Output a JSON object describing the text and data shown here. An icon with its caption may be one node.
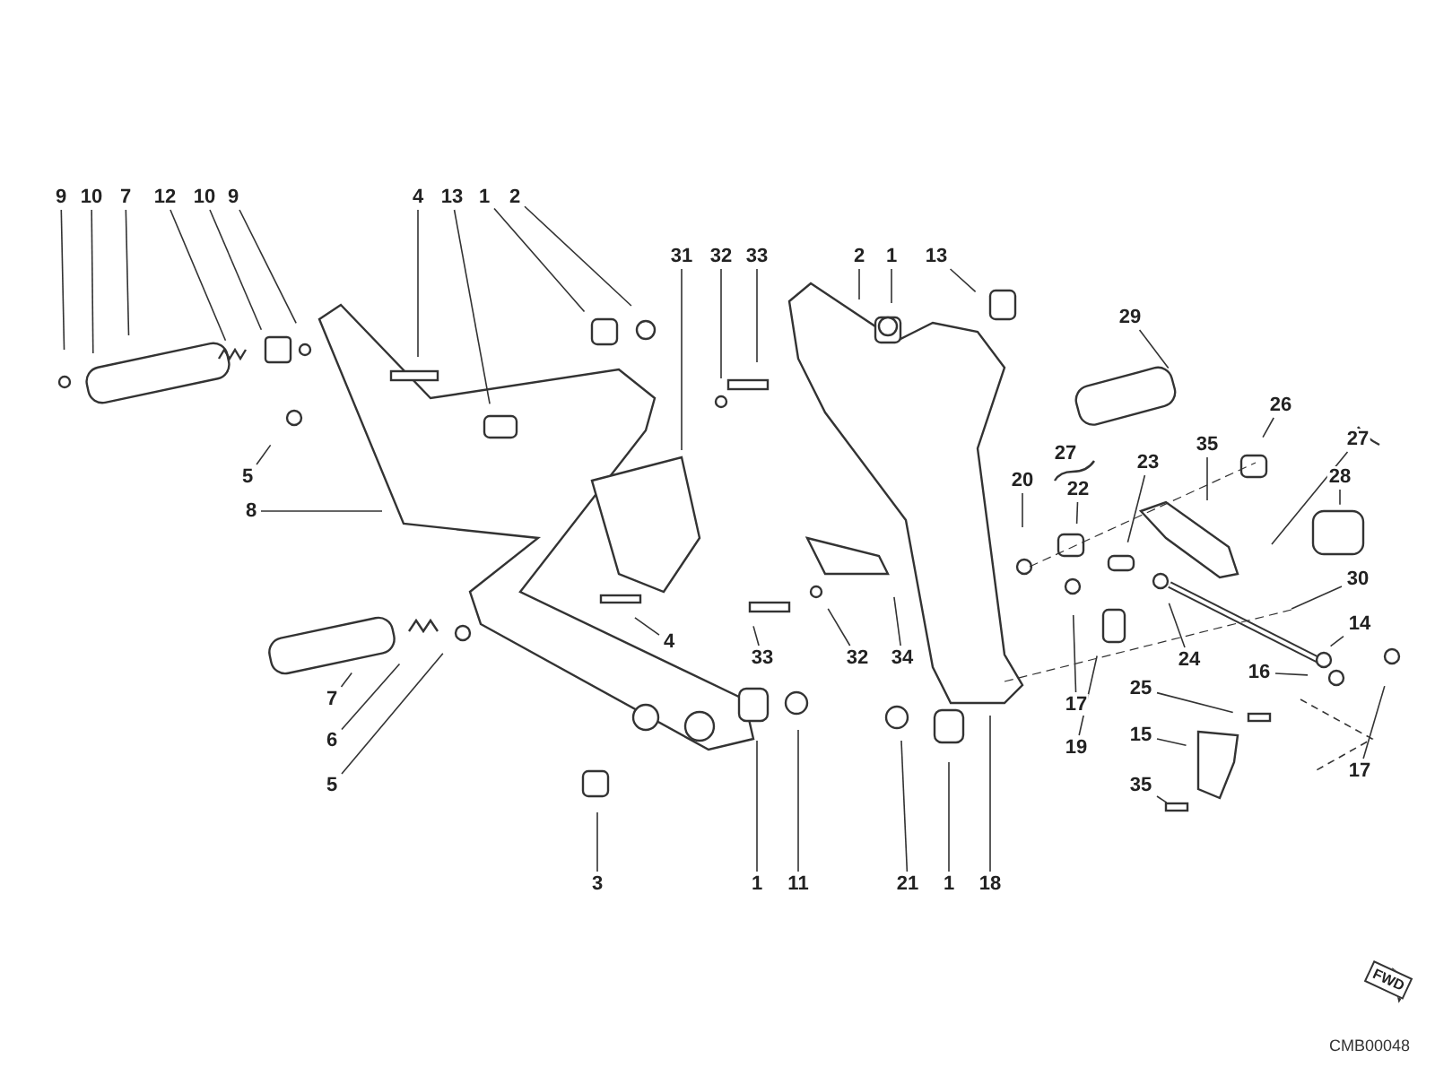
{
  "diagram": {
    "nodes": [
      {
        "text": [
          "9"
        ]
      },
      {
        "text": [
          "10"
        ]
      },
      {
        "text": [
          "7"
        ]
      },
      {
        "text": [
          "12"
        ]
      },
      {
        "text": [
          "10"
        ]
      },
      {
        "text": [
          "9"
        ]
      },
      {
        "text": [
          "4"
        ]
      },
      {
        "text": [
          "13"
        ]
      },
      {
        "text": [
          "1"
        ]
      },
      {
        "text": [
          "2"
        ]
      },
      {
        "text": [
          "31"
        ]
      },
      {
        "text": [
          "32"
        ]
      },
      {
        "text": [
          "33"
        ]
      },
      {
        "text": [
          "2"
        ]
      },
      {
        "text": [
          "1"
        ]
      },
      {
        "text": [
          "13"
        ]
      },
      {
        "text": [
          "29"
        ]
      },
      {
        "text": [
          "5"
        ]
      },
      {
        "text": [
          "27"
        ]
      },
      {
        "text": [
          "35"
        ]
      },
      {
        "text": [
          "26"
        ]
      },
      {
        "text": [
          "23"
        ]
      },
      {
        "text": [
          "22"
        ]
      },
      {
        "text": [
          "20"
        ]
      },
      {
        "text": [
          "28"
        ]
      },
      {
        "text": [
          "8"
        ]
      },
      {
        "text": [
          "33"
        ]
      },
      {
        "text": [
          "32"
        ]
      },
      {
        "text": [
          "34"
        ]
      },
      {
        "text": [
          "4"
        ]
      },
      {
        "text": [
          "30"
        ]
      },
      {
        "text": [
          "14"
        ]
      },
      {
        "text": [
          "24"
        ]
      },
      {
        "text": [
          "16"
        ]
      },
      {
        "text": [
          "17"
        ]
      },
      {
        "text": [
          "25"
        ]
      },
      {
        "text": [
          "7"
        ]
      },
      {
        "text": [
          "15"
        ]
      },
      {
        "text": [
          "6"
        ]
      },
      {
        "text": [
          "19"
        ]
      },
      {
        "text": [
          "35"
        ]
      },
      {
        "text": [
          "5"
        ]
      },
      {
        "text": [
          "17"
        ]
      },
      {
        "text": [
          "3"
        ]
      },
      {
        "text": [
          "1"
        ]
      },
      {
        "text": [
          "11"
        ]
      },
      {
        "text": [
          "21"
        ]
      },
      {
        "text": [
          "1"
        ]
      },
      {
        "text": [
          "18"
        ]
      },
      {
        "text": [
          "27"
        ]
      }
    ],
    "edges": [
      {
        "from": 0,
        "to": null,
        "arrow": "none"
      },
      {
        "from": 1,
        "to": null,
        "arrow": "none"
      },
      {
        "from": 2,
        "to": null,
        "arrow": "none"
      },
      {
        "from": 3,
        "to": null,
        "arrow": "none"
      },
      {
        "from": 4,
        "to": null,
        "arrow": "none"
      },
      {
        "from": 5,
        "to": null,
        "arrow": "none"
      },
      {
        "from": 6,
        "to": null,
        "arrow": "none"
      },
      {
        "from": 7,
        "to": null,
        "arrow": "none"
      },
      {
        "from": 8,
        "to": null,
        "arrow": "none"
      },
      {
        "from": 9,
        "to": null,
        "arrow": "none"
      },
      {
        "from": 10,
        "to": null,
        "arrow": "none"
      },
      {
        "from": 11,
        "to": null,
        "arrow": "none"
      },
      {
        "from": 12,
        "to": null,
        "arrow": "none"
      },
      {
        "from": 13,
        "to": null,
        "arrow": "none"
      },
      {
        "from": 14,
        "to": null,
        "arrow": "none"
      },
      {
        "from": 15,
        "to": null,
        "arrow": "none"
      },
      {
        "from": 16,
        "to": null,
        "arrow": "none"
      },
      {
        "from": 17,
        "to": null,
        "arrow": "none"
      },
      {
        "from": 18,
        "to": null,
        "arrow": "none"
      },
      {
        "from": 19,
        "to": null,
        "arrow": "none"
      },
      {
        "from": 20,
        "to": null,
        "arrow": "none"
      },
      {
        "from": 21,
        "to": null,
        "arrow": "none"
      },
      {
        "from": 22,
        "to": null,
        "arrow": "none"
      },
      {
        "from": 23,
        "to": null,
        "arrow": "none"
      },
      {
        "from": 24,
        "to": null,
        "arrow": "none"
      },
      {
        "from": 25,
        "to": null,
        "arrow": "none"
      },
      {
        "from": 26,
        "to": null,
        "arrow": "none"
      },
      {
        "from": 27,
        "to": null,
        "arrow": "none"
      },
      {
        "from": 28,
        "to": null,
        "arrow": "none"
      },
      {
        "from": 29,
        "to": null,
        "arrow": "none"
      },
      {
        "from": 30,
        "to": null,
        "arrow": "none"
      },
      {
        "from": 31,
        "to": null,
        "arrow": "none"
      },
      {
        "from": 32,
        "to": null,
        "arrow": "none"
      },
      {
        "from": 33,
        "to": null,
        "arrow": "none"
      },
      {
        "from": 34,
        "to": null,
        "arrow": "none"
      },
      {
        "from": 35,
        "to": null,
        "arrow": "none"
      },
      {
        "from": 36,
        "to": null,
        "arrow": "none"
      },
      {
        "from": 37,
        "to": null,
        "arrow": "none"
      },
      {
        "from": 38,
        "to": null,
        "arrow": "none"
      },
      {
        "from": 39,
        "to": null,
        "arrow": "none"
      },
      {
        "from": 40,
        "to": null,
        "arrow": "none"
      },
      {
        "from": 41,
        "to": null,
        "arrow": "none"
      },
      {
        "from": 42,
        "to": null,
        "arrow": "none"
      },
      {
        "from": 43,
        "to": null,
        "arrow": "none"
      },
      {
        "from": 44,
        "to": null,
        "arrow": "none"
      },
      {
        "from": 45,
        "to": null,
        "arrow": "none"
      },
      {
        "from": 46,
        "to": null,
        "arrow": "none"
      },
      {
        "from": 47,
        "to": null,
        "arrow": "none"
      },
      {
        "from": 48,
        "to": null,
        "arrow": "none"
      }
    ],
    "labels": [
      "FWD",
      "CMB00048"
    ]
  }
}
